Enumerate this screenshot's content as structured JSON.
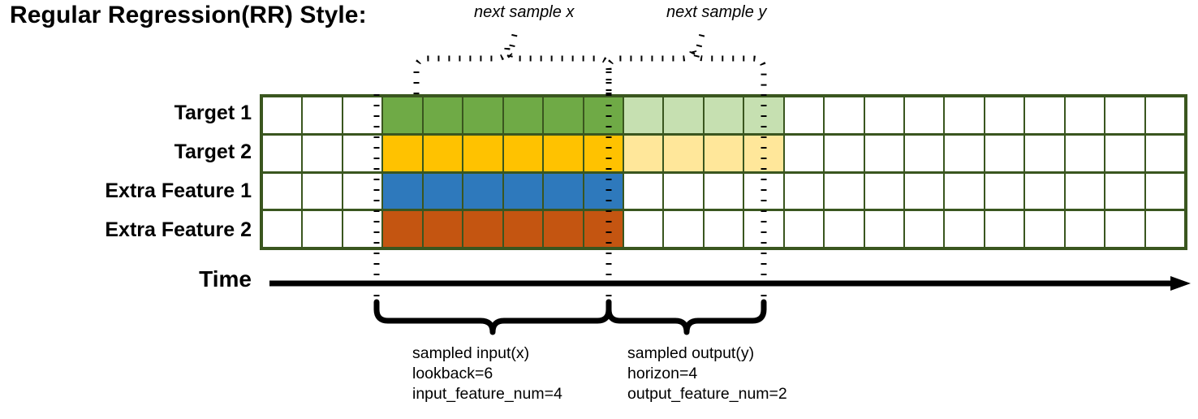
{
  "title": "Regular Regression(RR) Style:",
  "annotations": {
    "next_sample_x": "next sample x",
    "next_sample_y": "next sample y"
  },
  "rows": [
    {
      "label": "Target 1",
      "name": "target-1"
    },
    {
      "label": "Target 2",
      "name": "target-2"
    },
    {
      "label": "Extra Feature 1",
      "name": "extra-feature-1"
    },
    {
      "label": "Extra Feature 2",
      "name": "extra-feature-2"
    }
  ],
  "axis": {
    "label": "Time"
  },
  "captions": {
    "input": {
      "line1": "sampled input(x)",
      "line2": "lookback=6",
      "line3": "input_feature_num=4"
    },
    "output": {
      "line1": "sampled output(y)",
      "line2": "horizon=4",
      "line3": "output_feature_num=2"
    }
  },
  "grid": {
    "columns": 23,
    "lead_blank_columns": 3,
    "lookback": 6,
    "horizon": 4,
    "trailing_blank_columns": 10
  },
  "colors": {
    "grid_border": "#3a561f",
    "blank": "#ffffff",
    "target1": "#6faa46",
    "target1_faded": "#c6e0b1",
    "target2": "#ffc200",
    "target2_faded": "#ffe79a",
    "extra1": "#2e79bc",
    "extra2": "#c45511",
    "ink": "#000000"
  },
  "chart_data": {
    "type": "heatmap",
    "title": "Regular Regression(RR) Style:",
    "xlabel": "Time",
    "ylabel": "",
    "categories": [
      "Target 1",
      "Target 2",
      "Extra Feature 1",
      "Extra Feature 2"
    ],
    "series": [
      {
        "name": "Target 1",
        "values": [
          "blank",
          "blank",
          "blank",
          "input",
          "input",
          "input",
          "input",
          "input",
          "input",
          "output",
          "output",
          "output",
          "output",
          "blank",
          "blank",
          "blank",
          "blank",
          "blank",
          "blank",
          "blank",
          "blank",
          "blank",
          "blank"
        ]
      },
      {
        "name": "Target 2",
        "values": [
          "blank",
          "blank",
          "blank",
          "input",
          "input",
          "input",
          "input",
          "input",
          "input",
          "output",
          "output",
          "output",
          "output",
          "blank",
          "blank",
          "blank",
          "blank",
          "blank",
          "blank",
          "blank",
          "blank",
          "blank",
          "blank"
        ]
      },
      {
        "name": "Extra Feature 1",
        "values": [
          "blank",
          "blank",
          "blank",
          "input",
          "input",
          "input",
          "input",
          "input",
          "input",
          "blank",
          "blank",
          "blank",
          "blank",
          "blank",
          "blank",
          "blank",
          "blank",
          "blank",
          "blank",
          "blank",
          "blank",
          "blank",
          "blank"
        ]
      },
      {
        "name": "Extra Feature 2",
        "values": [
          "blank",
          "blank",
          "blank",
          "input",
          "input",
          "input",
          "input",
          "input",
          "input",
          "blank",
          "blank",
          "blank",
          "blank",
          "blank",
          "blank",
          "blank",
          "blank",
          "blank",
          "blank",
          "blank",
          "blank",
          "blank",
          "blank"
        ]
      }
    ],
    "annotations": [
      "next sample x",
      "next sample y",
      "sampled input(x) lookback=6 input_feature_num=4",
      "sampled output(y) horizon=4 output_feature_num=2"
    ],
    "grid": true,
    "legend": "none"
  }
}
